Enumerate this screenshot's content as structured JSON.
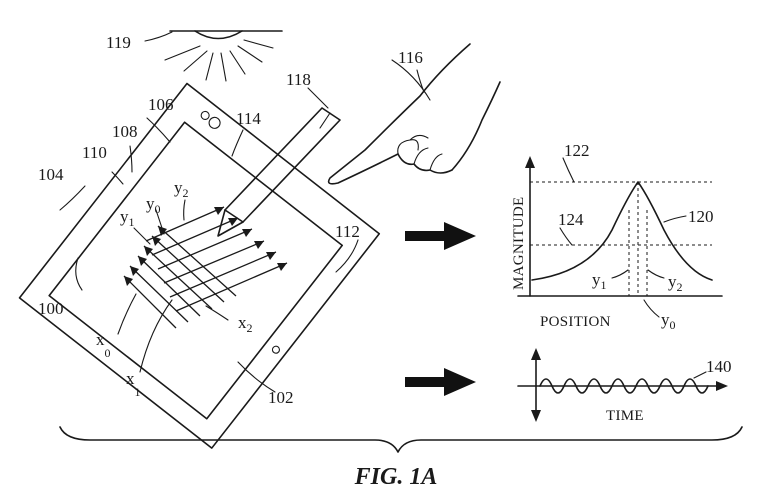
{
  "figure": {
    "caption": "FIG. 1A",
    "labels": {
      "device": "100",
      "display": "102",
      "housing": "104",
      "bezel": "106",
      "sensor": "108",
      "camera": "110",
      "sensor_right": "112",
      "input_grid": "114",
      "finger": "116",
      "stylus": "118",
      "light": "119",
      "magnitude_curve": "120",
      "threshold_high": "122",
      "threshold_low": "124",
      "signal": "140"
    },
    "grid_labels": {
      "y0": {
        "base": "y",
        "sub": "0"
      },
      "y1": {
        "base": "y",
        "sub": "1"
      },
      "y2": {
        "base": "y",
        "sub": "2"
      },
      "x0": {
        "base": "x",
        "sub": "0"
      },
      "x1": {
        "base": "x",
        "sub": "1"
      },
      "x2": {
        "base": "x",
        "sub": "2"
      }
    },
    "magnitude_plot": {
      "ylabel": "MAGNITUDE",
      "xlabel": "POSITION",
      "markers": {
        "y1": {
          "base": "y",
          "sub": "1"
        },
        "y2": {
          "base": "y",
          "sub": "2"
        },
        "y0": {
          "base": "y",
          "sub": "0"
        }
      }
    },
    "time_plot": {
      "xlabel": "TIME"
    }
  }
}
